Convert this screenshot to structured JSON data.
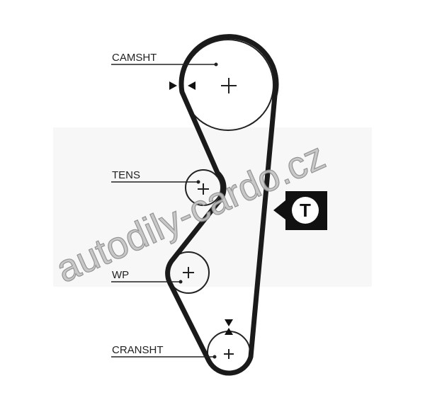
{
  "labels": {
    "camshaft": "CAMSHT",
    "tensioner": "TENS",
    "water_pump": "WP",
    "crankshaft": "CRANSHT"
  },
  "tensioner_marker": "T",
  "watermark": "autodily-cardo.cz",
  "colors": {
    "belt": "#1a1a1a",
    "watermark": "#b8b8b8",
    "background": "#ffffff"
  }
}
